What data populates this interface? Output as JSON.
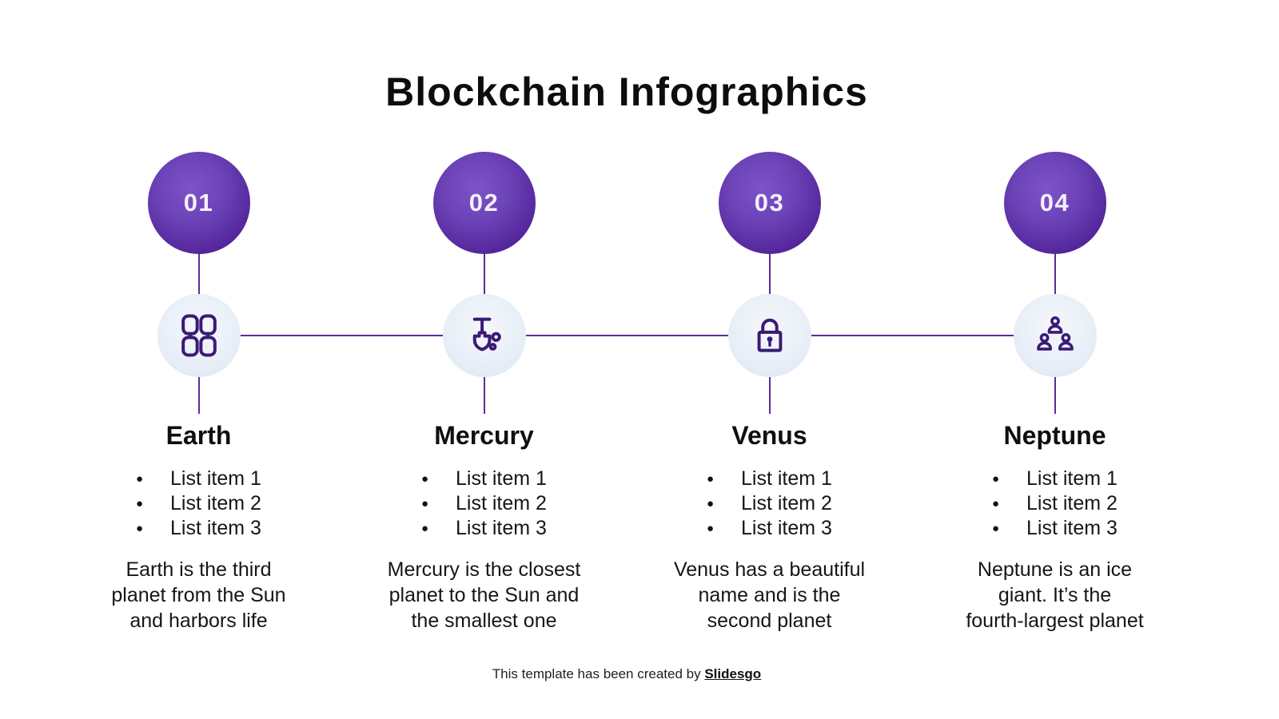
{
  "title": "Blockchain Infographics",
  "glyphs": {
    "bullet": "●"
  },
  "colors": {
    "number_circle_light": "#7d54c8",
    "number_circle_dark": "#4a1c89",
    "icon_circle_light": "#f5f8fc",
    "icon_circle_dark": "#dbe6f2",
    "icon_stroke": "#3b1a76",
    "connector_line": "#5c2c97",
    "title_text": "#0d0c0f",
    "body_text": "#161616",
    "background": "#ffffff"
  },
  "steps": [
    {
      "number": "01",
      "icon": "blockchain-links-icon",
      "title": "Earth",
      "list": [
        "List item 1",
        "List item 2",
        "List item 3"
      ],
      "desc_lines": [
        "Earth is the third",
        "planet from the Sun",
        "and harbors life"
      ]
    },
    {
      "number": "02",
      "icon": "mining-shovel-icon",
      "title": "Mercury",
      "list": [
        "List item 1",
        "List item 2",
        "List item 3"
      ],
      "desc_lines": [
        "Mercury is the closest",
        "planet to the Sun and",
        "the smallest one"
      ]
    },
    {
      "number": "03",
      "icon": "padlock-icon",
      "title": "Venus",
      "list": [
        "List item 1",
        "List item 2",
        "List item 3"
      ],
      "desc_lines": [
        "Venus has a beautiful",
        "name and is the",
        "second planet"
      ]
    },
    {
      "number": "04",
      "icon": "network-people-icon",
      "title": "Neptune",
      "list": [
        "List item 1",
        "List item 2",
        "List item 3"
      ],
      "desc_lines": [
        "Neptune is an ice",
        "giant. It’s the",
        "fourth-largest planet"
      ]
    }
  ],
  "footer": {
    "prefix": "This template has been created by ",
    "brand": "Slidesgo"
  }
}
